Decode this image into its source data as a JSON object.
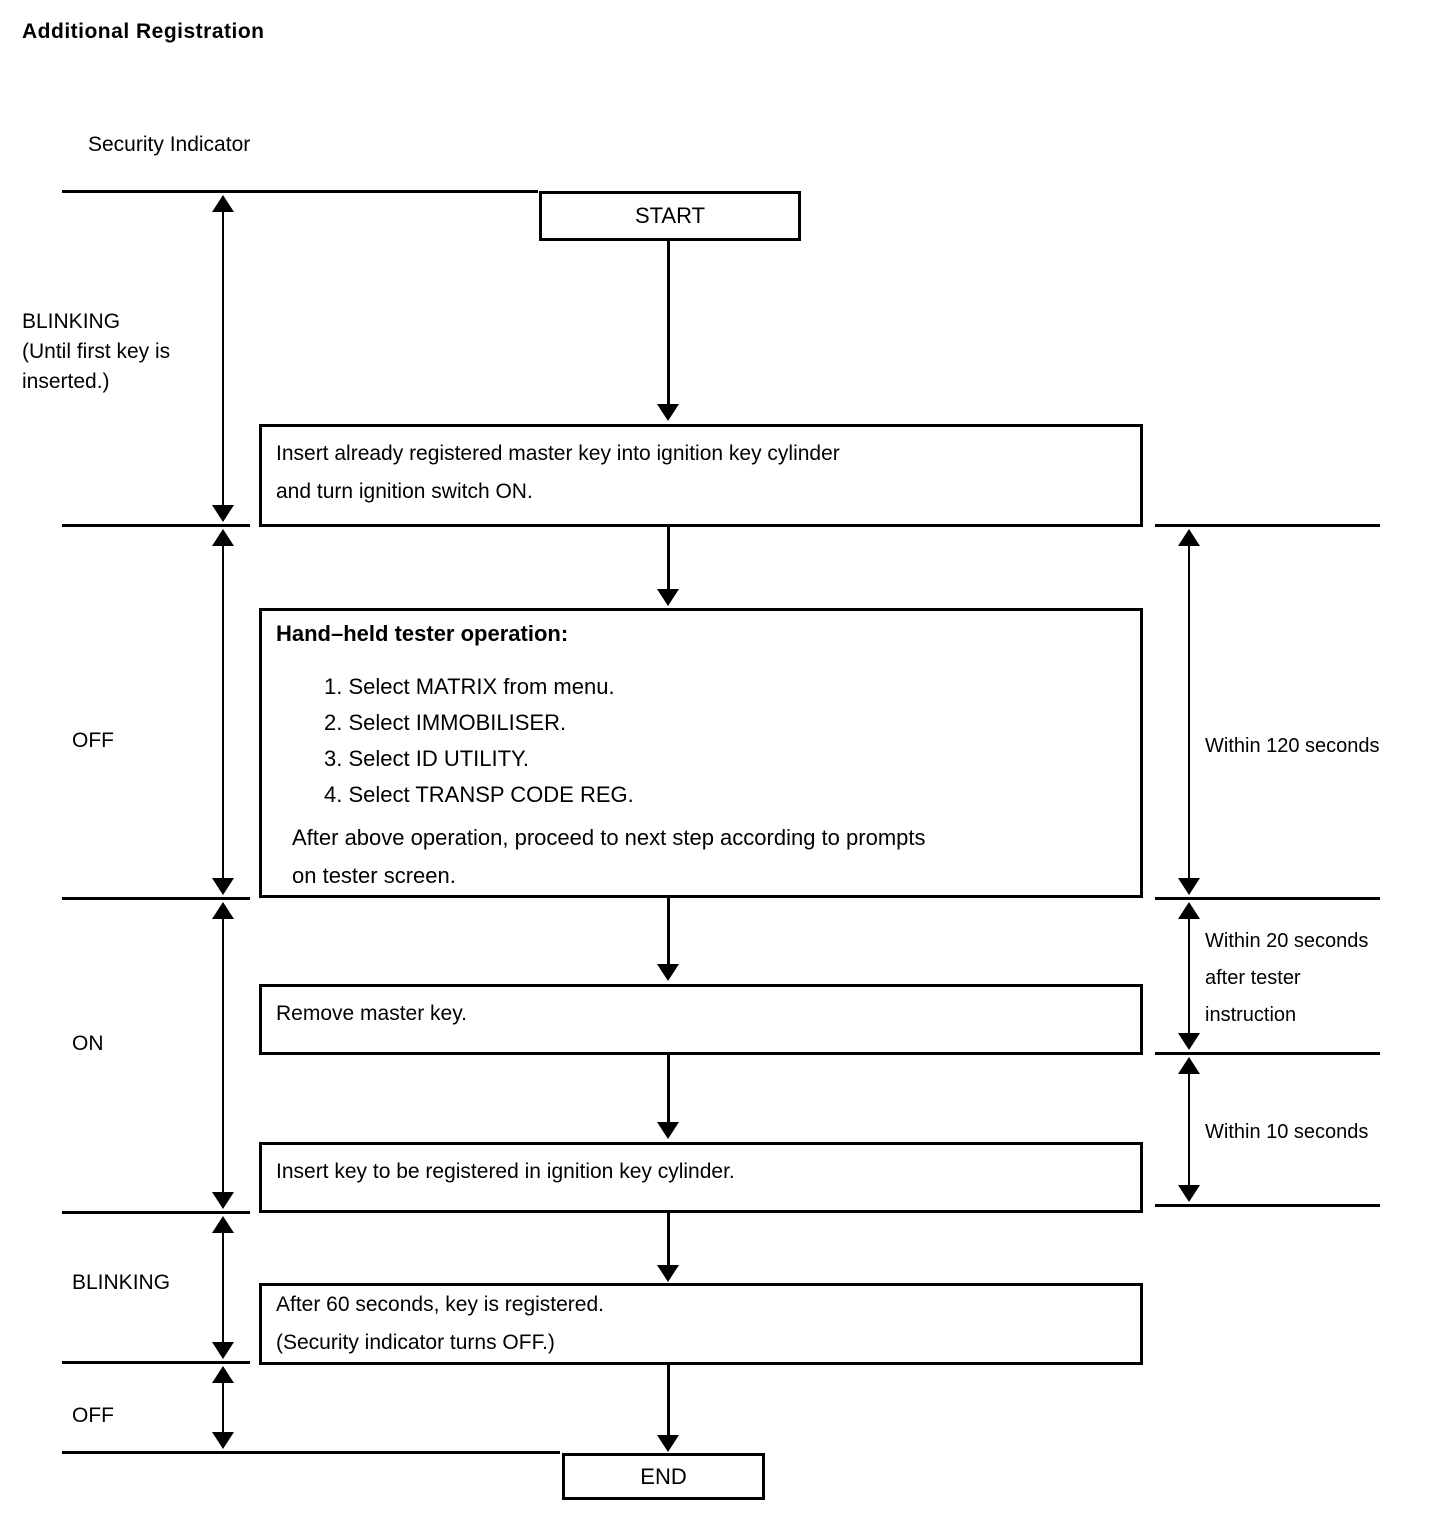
{
  "title": "Additional Registration",
  "diagram": {
    "column_header": "Security Indicator",
    "indicator_states": [
      {
        "label": "BLINKING",
        "note_line1": "(Until first key is",
        "note_line2": "inserted.)"
      },
      {
        "label": "OFF"
      },
      {
        "label": "ON"
      },
      {
        "label": "BLINKING"
      },
      {
        "label": "OFF"
      }
    ],
    "nodes": {
      "start": "START",
      "end": "END",
      "insert_master": {
        "line1": "Insert already registered master key into ignition key cylinder",
        "line2": "and turn ignition switch ON."
      },
      "tester": {
        "heading": "Hand–held tester operation:",
        "steps": [
          "1. Select MATRIX from menu.",
          "2. Select IMMOBILISER.",
          "3. Select ID UTILITY.",
          "4. Select TRANSP CODE REG."
        ],
        "tail_line1": "After above operation, proceed to next step according to prompts",
        "tail_line2": "on tester screen."
      },
      "remove_master": "Remove master key.",
      "insert_new": "Insert key to be registered in ignition key cylinder.",
      "registered": {
        "line1": "After 60 seconds, key is registered.",
        "line2": "(Security indicator turns OFF.)"
      }
    },
    "timings": [
      {
        "text": "Within 120 seconds"
      },
      {
        "line1": "Within 20 seconds",
        "line2": "after tester",
        "line3": "instruction"
      },
      {
        "text": "Within 10 seconds"
      }
    ]
  },
  "colors": {
    "ink": "#000000",
    "paper": "#ffffff"
  }
}
